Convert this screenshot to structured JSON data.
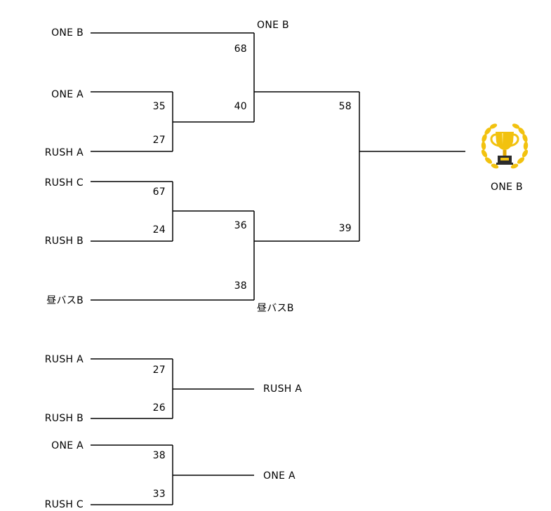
{
  "main_bracket": {
    "teams": [
      "ONE B",
      "ONE A",
      "RUSH A",
      "RUSH C",
      "RUSH B",
      "昼バスB"
    ],
    "round1": [
      {
        "top_score": "35",
        "bottom_score": "27"
      },
      {
        "top_score": "67",
        "bottom_score": "24"
      }
    ],
    "semifinal": [
      {
        "top_score": "68",
        "bottom_score": "40",
        "winner": "ONE B"
      },
      {
        "top_score": "36",
        "bottom_score": "38",
        "winner": "昼バスB"
      }
    ],
    "final": {
      "top_score": "58",
      "bottom_score": "39"
    },
    "champion": "ONE B",
    "trophy_icon": "trophy-icon",
    "trophy_color": "#F2C20F"
  },
  "placement_1": {
    "teams": [
      "RUSH A",
      "RUSH B"
    ],
    "top_score": "27",
    "bottom_score": "26",
    "winner": "RUSH A"
  },
  "placement_2": {
    "teams": [
      "ONE A",
      "RUSH C"
    ],
    "top_score": "38",
    "bottom_score": "33",
    "winner": "ONE A"
  }
}
